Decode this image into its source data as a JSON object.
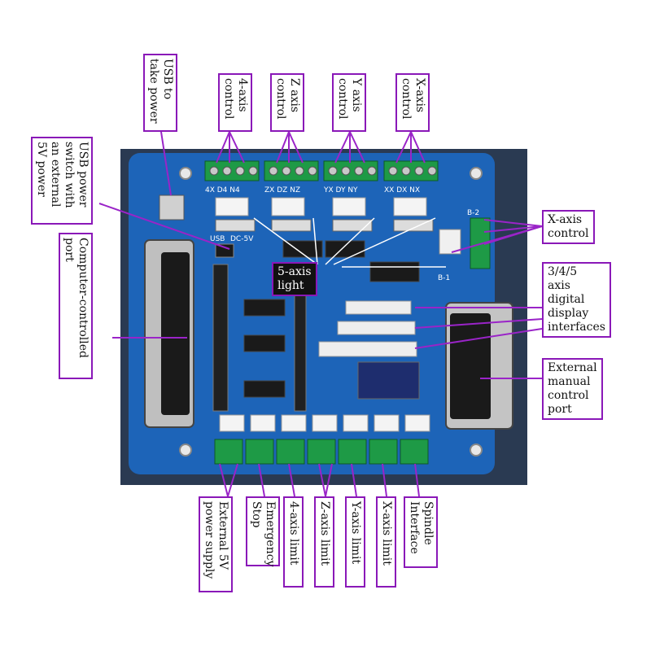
{
  "colors": {
    "annotation_border": "#8a18b8",
    "pcb_blue": "#1d64b8",
    "terminal_green": "#1e9a46"
  },
  "board": {
    "silk_usb": "USB",
    "silk_dc5v": "DC-5V",
    "silk_b1": "B-1",
    "silk_b2": "B-2",
    "silk_x": "XX DX NX",
    "silk_y": "YX DY NY",
    "silk_z": "ZX DZ NZ",
    "silk_4": "4X D4 N4"
  },
  "labels": {
    "usb_power": [
      "USB to",
      "take power"
    ],
    "axis4_control": [
      "4-axis",
      "control"
    ],
    "z_control": [
      "Z axis",
      "control"
    ],
    "y_control": [
      "Y axis",
      "control"
    ],
    "x_control_top": [
      "X-axis",
      "control"
    ],
    "usb_switch": [
      "USB power",
      "switch with",
      "an external",
      "5V power"
    ],
    "x_control_right": [
      "X-axis",
      "control"
    ],
    "five_axis_light": [
      "5-axis",
      "light"
    ],
    "display_interfaces": [
      "3/4/5",
      "axis",
      "digital",
      "display",
      "interfaces"
    ],
    "computer_port": [
      "Computer-controlled",
      "port"
    ],
    "manual_port": [
      "External",
      "manual",
      "control",
      "port"
    ],
    "ext_power": [
      "External 5V",
      "power supply"
    ],
    "emergency": [
      "Emergency",
      "Stop"
    ],
    "limit4": [
      "4-axis limit"
    ],
    "limitz": [
      "Z-axis limit"
    ],
    "limity": [
      "Y-axis limit"
    ],
    "limitx": [
      "X-axis limit"
    ],
    "spindle": [
      "Spindle",
      "Interface"
    ]
  }
}
